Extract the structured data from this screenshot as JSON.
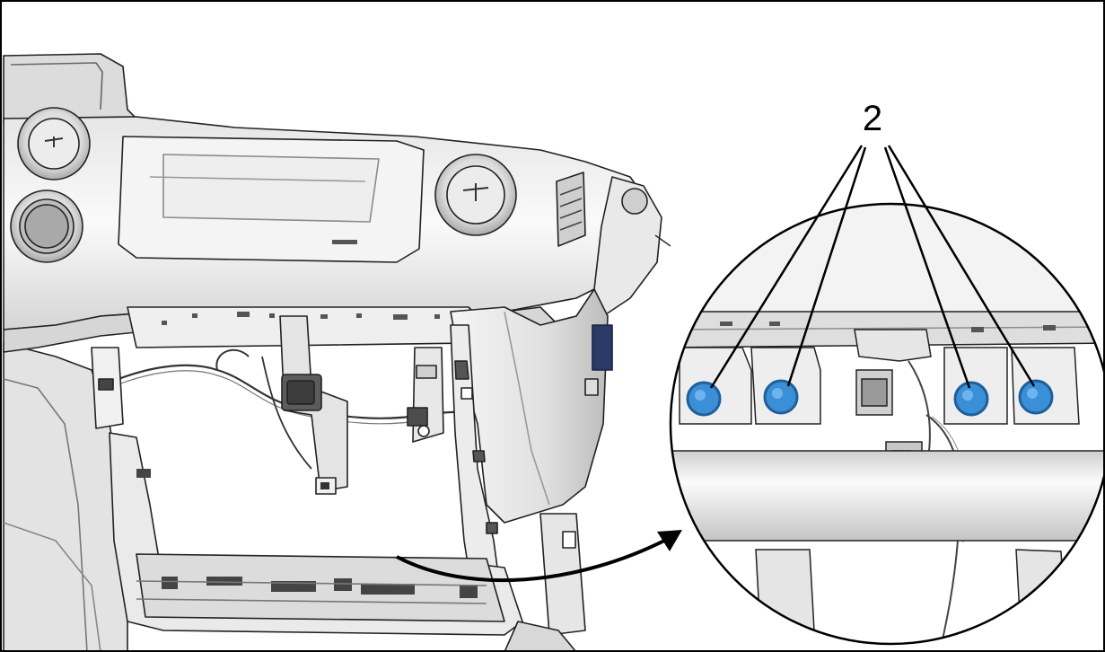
{
  "figure": {
    "callout_number": "2",
    "fastener_count": 4,
    "colors": {
      "fastener": "#3b8fd6",
      "fastener_ring": "#1f5f9c",
      "line": "#000000",
      "panel_light": "#f2f2f2",
      "panel_mid": "#d9d9d9",
      "panel_dark": "#9a9a9a"
    },
    "icons": [
      "dashboard-assembly",
      "air-vent",
      "airbag-module",
      "detail-magnifier-circle",
      "curved-arrow",
      "blue-fastener"
    ]
  }
}
